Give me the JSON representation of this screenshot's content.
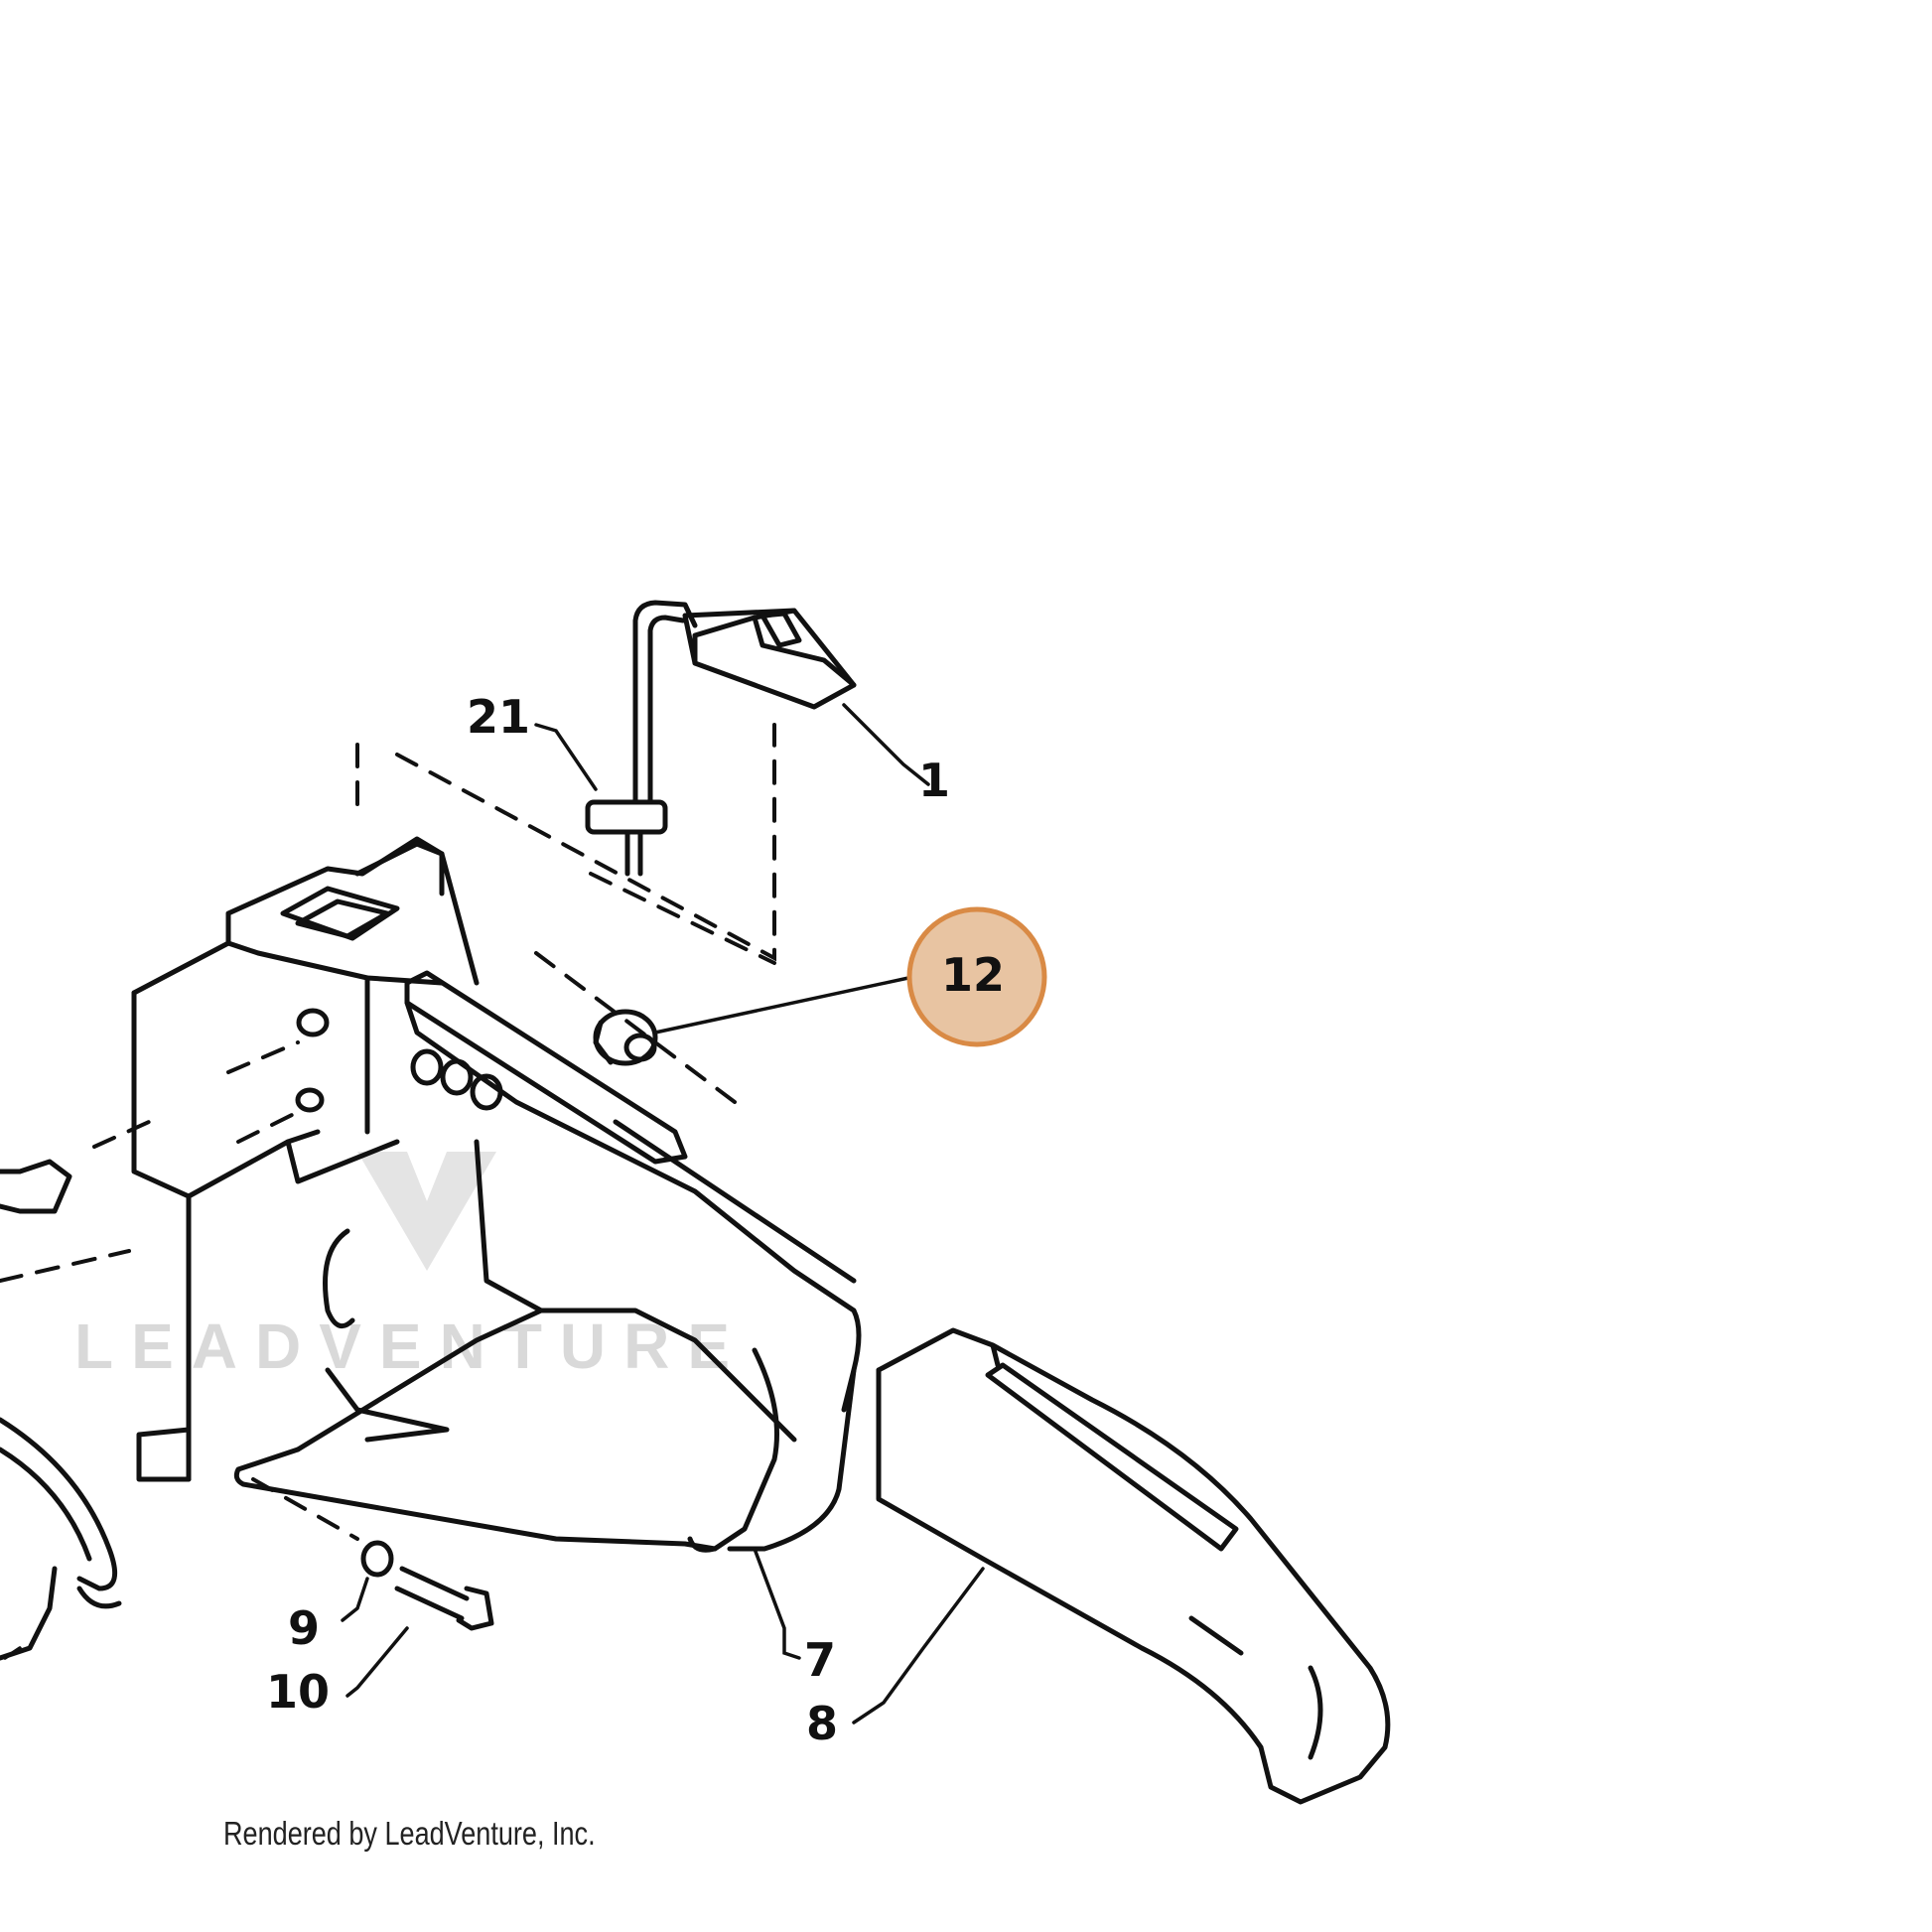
{
  "callouts": {
    "c1": "1",
    "c21": "21",
    "c12": "12",
    "c7": "7",
    "c8": "8",
    "c9": "9",
    "c10": "10"
  },
  "highlight": {
    "label": "12",
    "fill": "#e8c4a2",
    "stroke": "#d98a45"
  },
  "watermark": "LEADVENTURE",
  "footer": "Rendered by LeadVenture, Inc."
}
